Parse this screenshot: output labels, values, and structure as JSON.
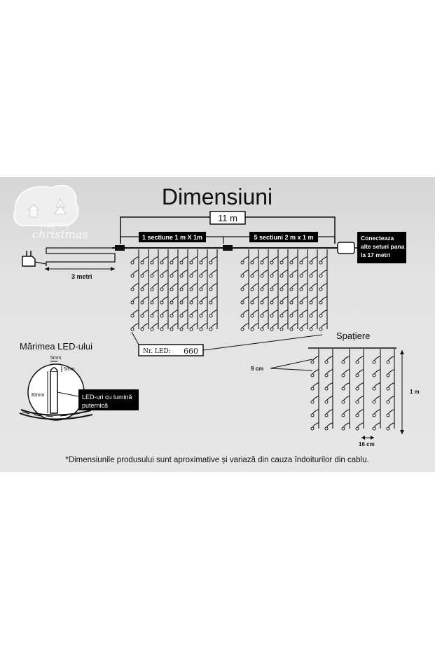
{
  "title": "Dimensiuni",
  "logo": {
    "text_top": "HAPPY",
    "text_bottom": "christmas"
  },
  "total_width": "11 m",
  "section_left": "1 sectiune 1 m X 1m",
  "section_right": "5 sectiuni 2 m x 1 m",
  "connect_note": [
    "Conecteaza",
    "alte seturi pana",
    "la 17 metri"
  ],
  "cable_length": "3 metri",
  "led_count": {
    "label": "Nr. LED:",
    "value": "660"
  },
  "led_size": {
    "title": "Mărimea LED-ului",
    "width": "5mm",
    "height": "30mm",
    "tip": "5mm",
    "caption": [
      "LED-uri cu lumină",
      "puternică"
    ]
  },
  "spacing": {
    "title": "Spațiere",
    "drop_gap": "9 cm",
    "height": "1 m",
    "strand_gap": "16 cm"
  },
  "footnote": "*Dimensiunile produsului sunt aproximative și variază din cauza îndoiturilor din cablu.",
  "colors": {
    "panel": "#e4e4e4",
    "line": "#111111",
    "label_bg": "#000000",
    "label_text": "#ffffff"
  }
}
